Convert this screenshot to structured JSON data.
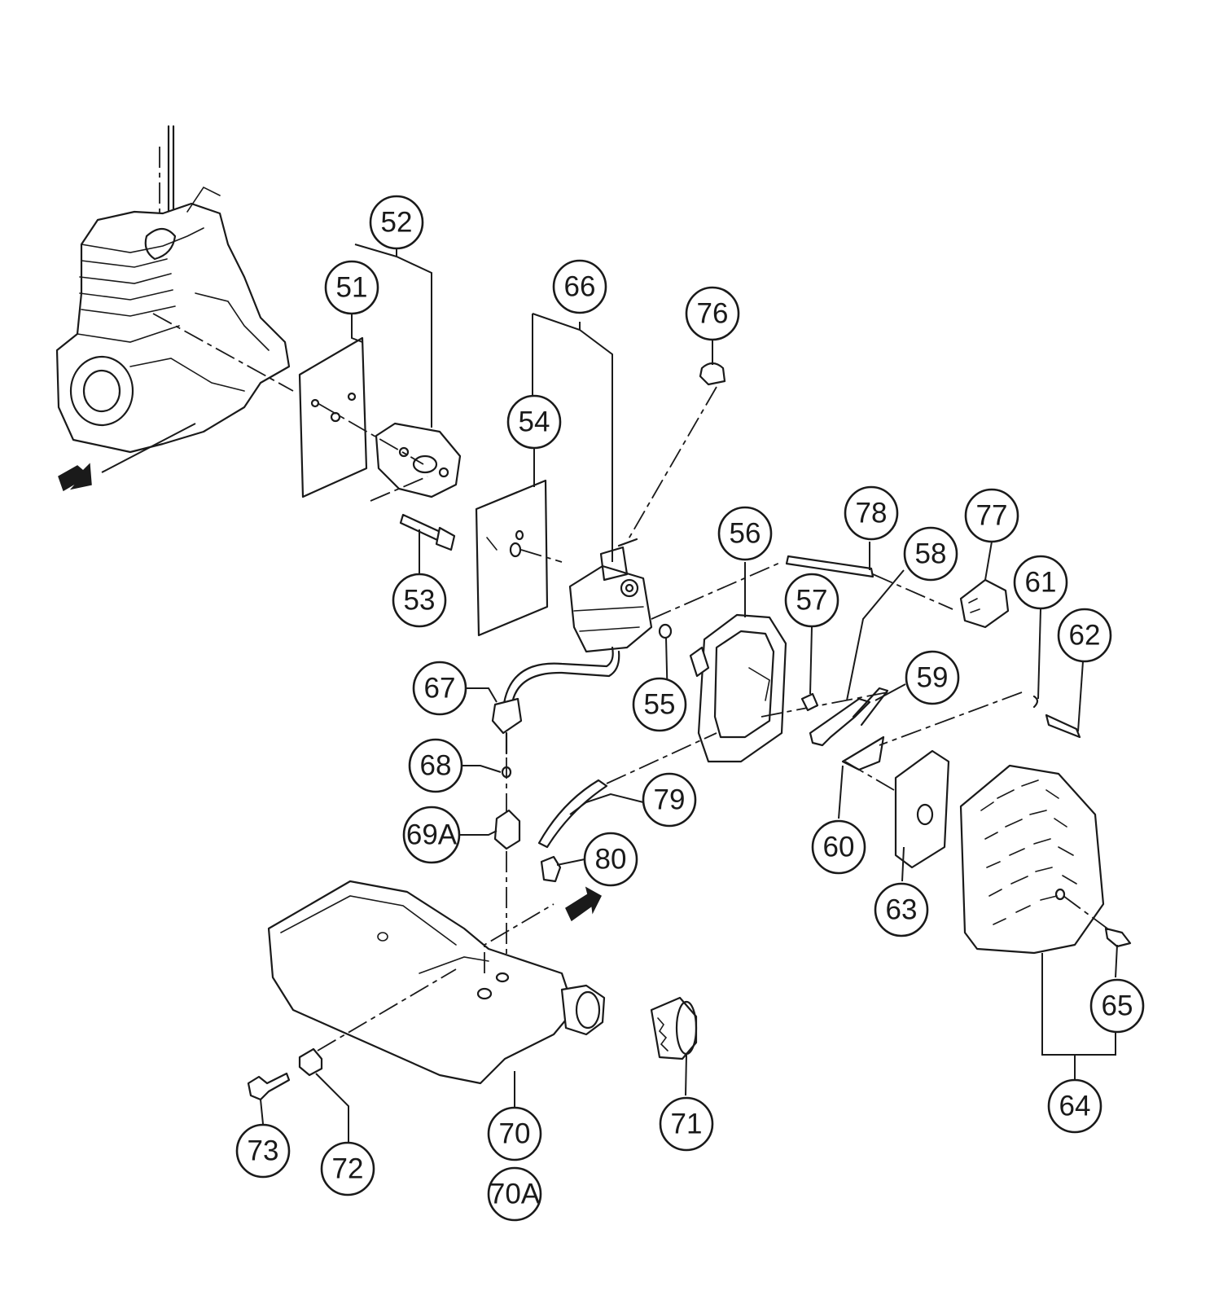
{
  "callouts": [
    {
      "id": "51",
      "label": "51"
    },
    {
      "id": "52",
      "label": "52"
    },
    {
      "id": "53",
      "label": "53"
    },
    {
      "id": "54",
      "label": "54"
    },
    {
      "id": "55",
      "label": "55"
    },
    {
      "id": "56",
      "label": "56"
    },
    {
      "id": "57",
      "label": "57"
    },
    {
      "id": "58",
      "label": "58"
    },
    {
      "id": "59",
      "label": "59"
    },
    {
      "id": "60",
      "label": "60"
    },
    {
      "id": "61",
      "label": "61"
    },
    {
      "id": "62",
      "label": "62"
    },
    {
      "id": "63",
      "label": "63"
    },
    {
      "id": "64",
      "label": "64"
    },
    {
      "id": "65",
      "label": "65"
    },
    {
      "id": "66",
      "label": "66"
    },
    {
      "id": "67",
      "label": "67"
    },
    {
      "id": "68",
      "label": "68"
    },
    {
      "id": "69A",
      "label": "69A"
    },
    {
      "id": "70",
      "label": "70"
    },
    {
      "id": "70A",
      "label": "70A"
    },
    {
      "id": "71",
      "label": "71"
    },
    {
      "id": "72",
      "label": "72"
    },
    {
      "id": "73",
      "label": "73"
    },
    {
      "id": "76",
      "label": "76"
    },
    {
      "id": "77",
      "label": "77"
    },
    {
      "id": "78",
      "label": "78"
    },
    {
      "id": "79",
      "label": "79"
    },
    {
      "id": "80",
      "label": "80"
    }
  ]
}
